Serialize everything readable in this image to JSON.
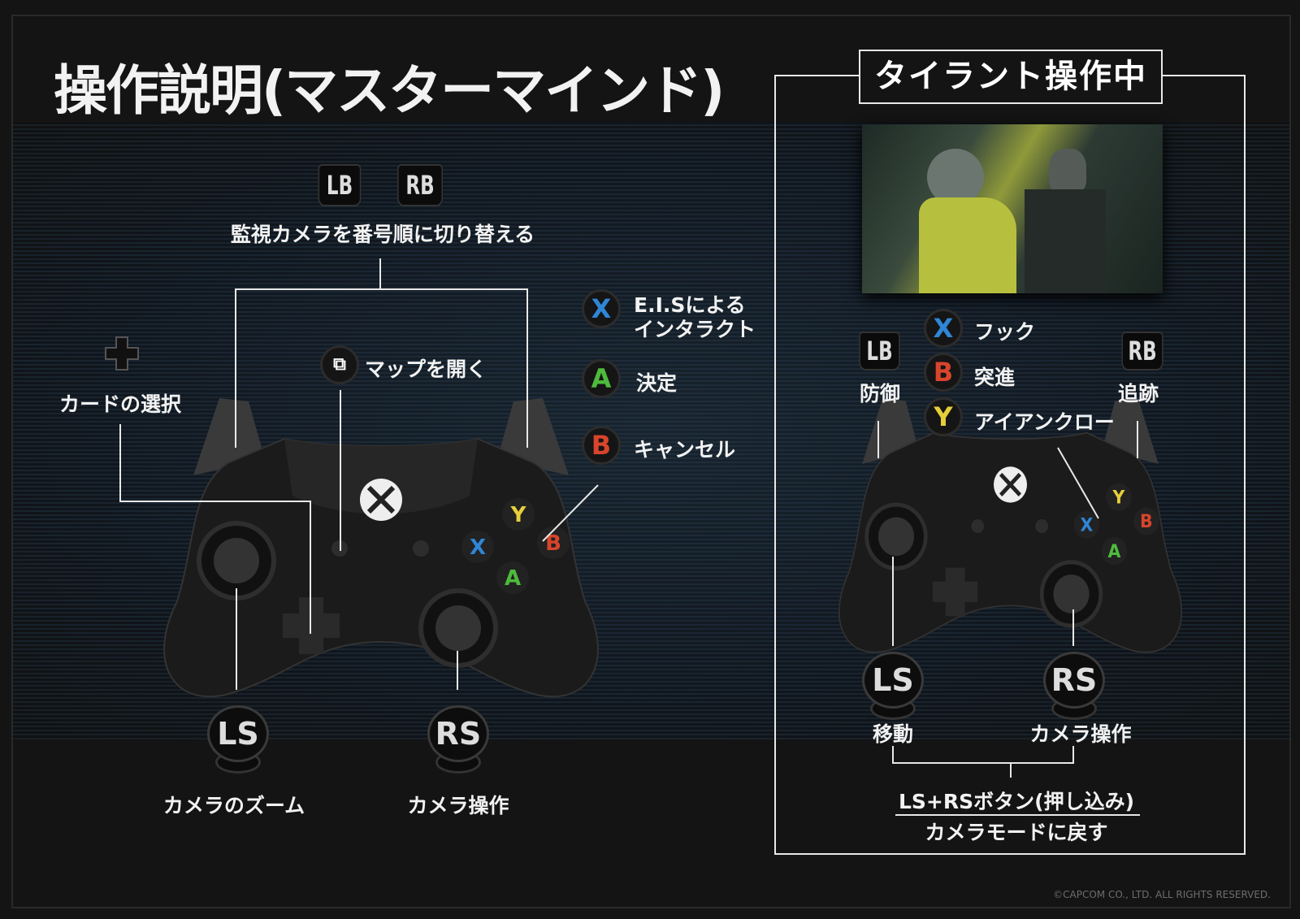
{
  "title": "操作説明(マスターマインド)",
  "left": {
    "bumpers": {
      "lb": "LB",
      "rb": "RB",
      "label": "監視カメラを番号順に切り替える"
    },
    "dpad": {
      "icon": "dpad-icon",
      "label": "カードの選択"
    },
    "view": {
      "icon": "view-button-icon",
      "label": "マップを開く"
    },
    "x": {
      "glyph": "X",
      "line1": "E.I.Sによる",
      "line2": "インタラクト"
    },
    "a": {
      "glyph": "A",
      "label": "決定"
    },
    "b": {
      "glyph": "B",
      "label": "キャンセル"
    },
    "ls": {
      "glyph": "LS",
      "label": "カメラのズーム"
    },
    "rs": {
      "glyph": "RS",
      "label": "カメラ操作"
    }
  },
  "right": {
    "title": "タイラント操作中",
    "x": {
      "glyph": "X",
      "label": "フック"
    },
    "b": {
      "glyph": "B",
      "label": "突進"
    },
    "y": {
      "glyph": "Y",
      "label": "アイアンクロー"
    },
    "lb": {
      "glyph": "LB",
      "label": "防御"
    },
    "rb": {
      "glyph": "RB",
      "label": "追跡"
    },
    "ls": {
      "glyph": "LS",
      "label": "移動"
    },
    "rs": {
      "glyph": "RS",
      "label": "カメラ操作"
    },
    "combo": {
      "line1": "LS+RSボタン(押し込み)",
      "line2": "カメラモードに戻す"
    }
  },
  "colors": {
    "x": "#2f86d6",
    "a": "#4dbb3c",
    "b": "#d8452c",
    "y": "#e6cf3a"
  },
  "copyright": "©CAPCOM CO., LTD. ALL RIGHTS RESERVED."
}
